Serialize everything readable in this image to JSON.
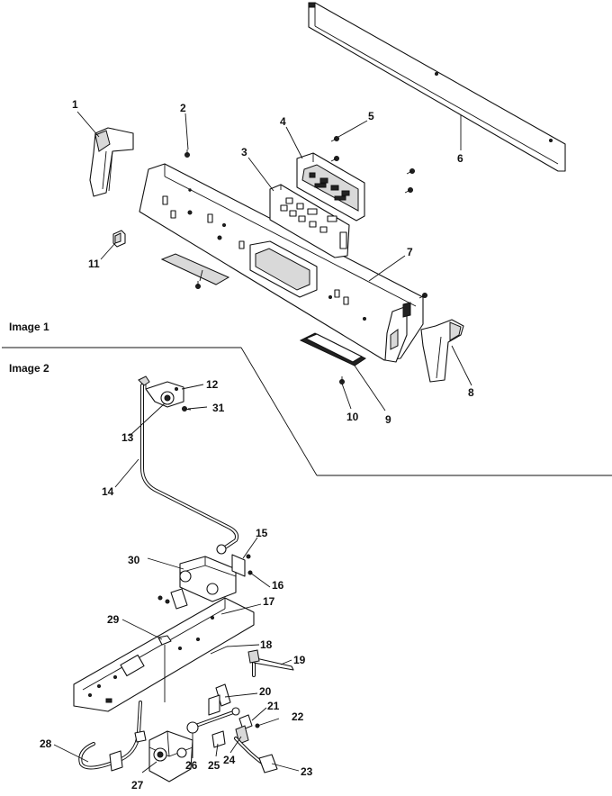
{
  "sections": [
    {
      "label": "Image 1"
    },
    {
      "label": "Image 2"
    }
  ],
  "callouts": [
    "1",
    "2",
    "3",
    "4",
    "5",
    "6",
    "7",
    "8",
    "9",
    "10",
    "11",
    "12",
    "13",
    "14",
    "15",
    "16",
    "17",
    "18",
    "19",
    "20",
    "21",
    "22",
    "23",
    "24",
    "25",
    "26",
    "27",
    "28",
    "29",
    "30",
    "31"
  ]
}
